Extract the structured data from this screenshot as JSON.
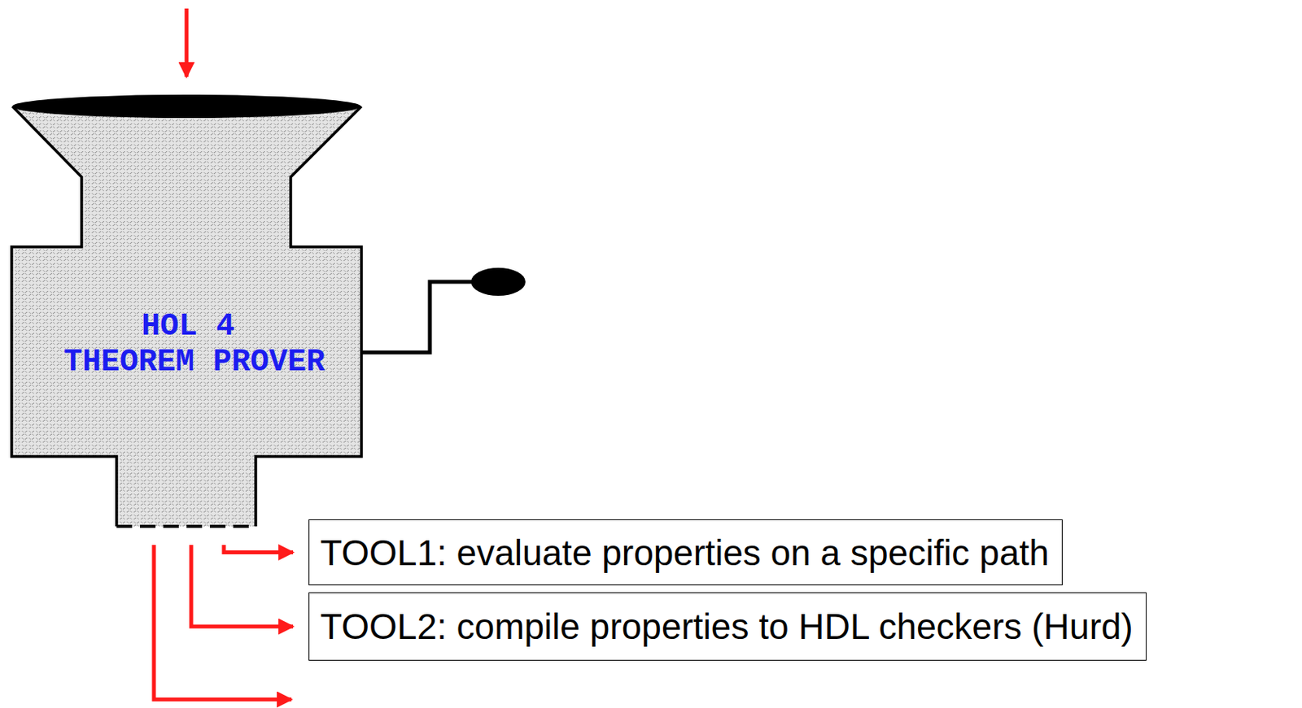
{
  "diagram": {
    "nodes": [
      {
        "text": [
          "HOL 4",
          "THEOREM PROVER"
        ]
      },
      {
        "text": [
          "TOOL1: evaluate properties on a specific path"
        ]
      },
      {
        "text": [
          "TOOL2: compile properties to HDL checkers (Hurd)"
        ]
      }
    ],
    "edges": [
      {
        "from": 0,
        "to": 1,
        "arrow": "to"
      },
      {
        "from": 0,
        "to": 2,
        "arrow": "to"
      }
    ]
  }
}
